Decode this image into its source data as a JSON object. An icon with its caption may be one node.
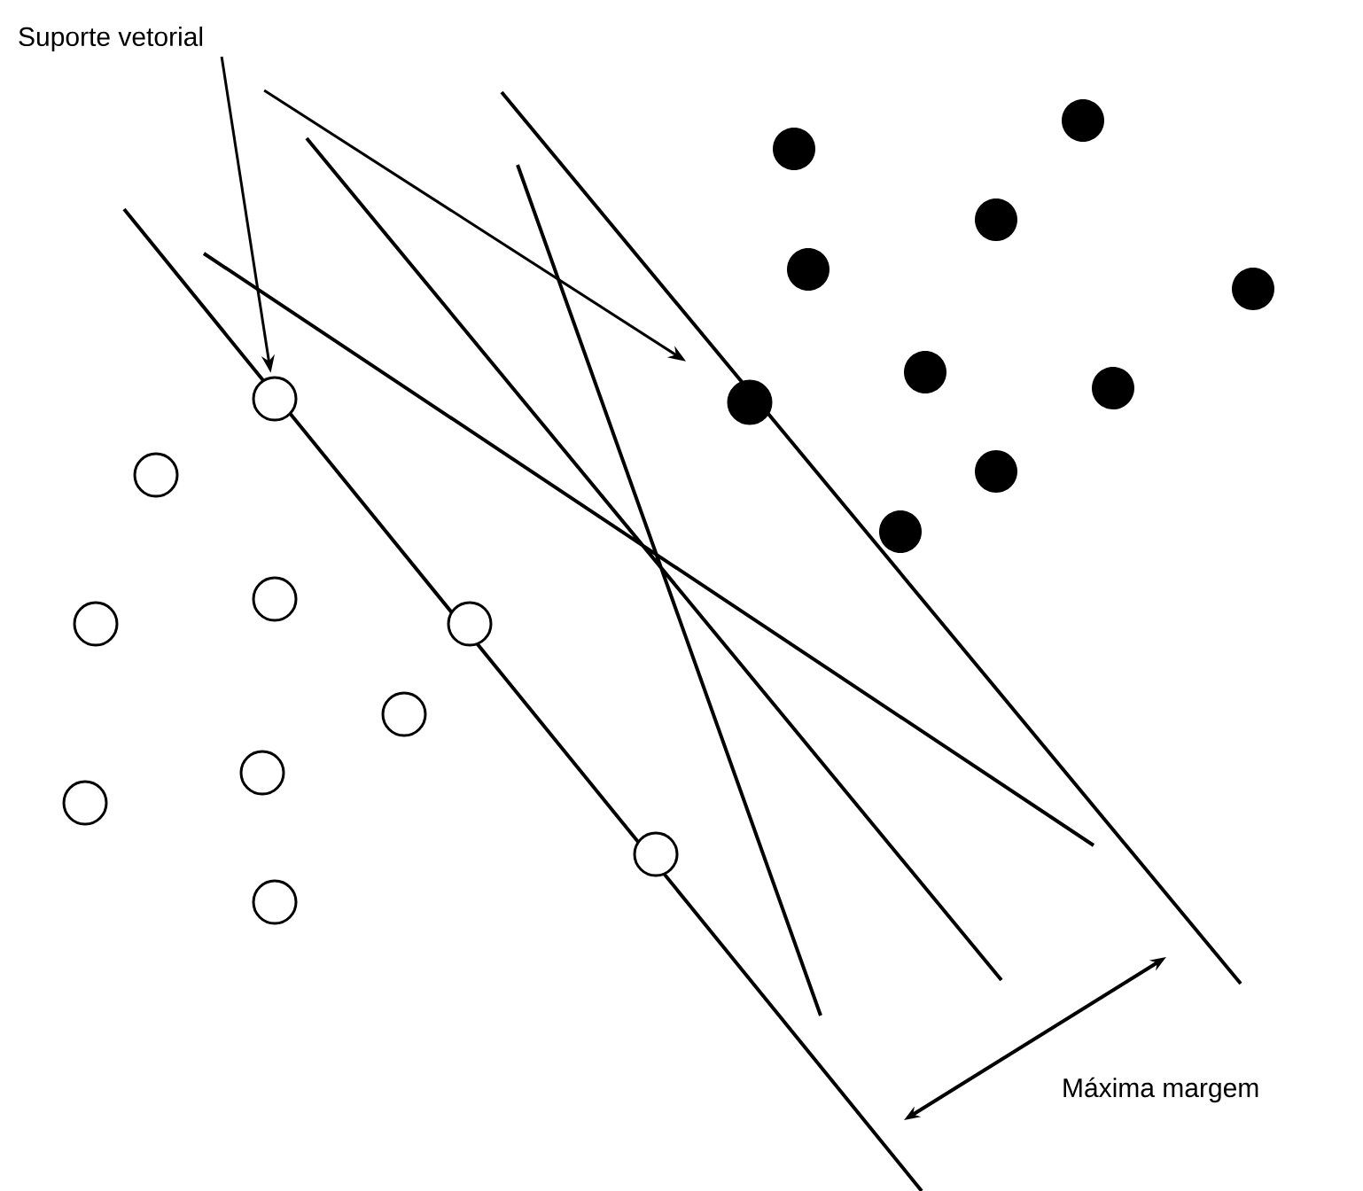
{
  "diagram": {
    "nodes": [
      {
        "text": [
          "Suporte vetorial"
        ]
      },
      {
        "text": [],
        "shape": "circle"
      },
      {
        "text": [],
        "shape": "circle"
      }
    ],
    "edges": [
      {
        "from": 0,
        "to": 1,
        "arrow": "to"
      },
      {
        "from": 0,
        "to": 2,
        "arrow": "to"
      }
    ],
    "labels": [
      "Máxima margem"
    ]
  }
}
